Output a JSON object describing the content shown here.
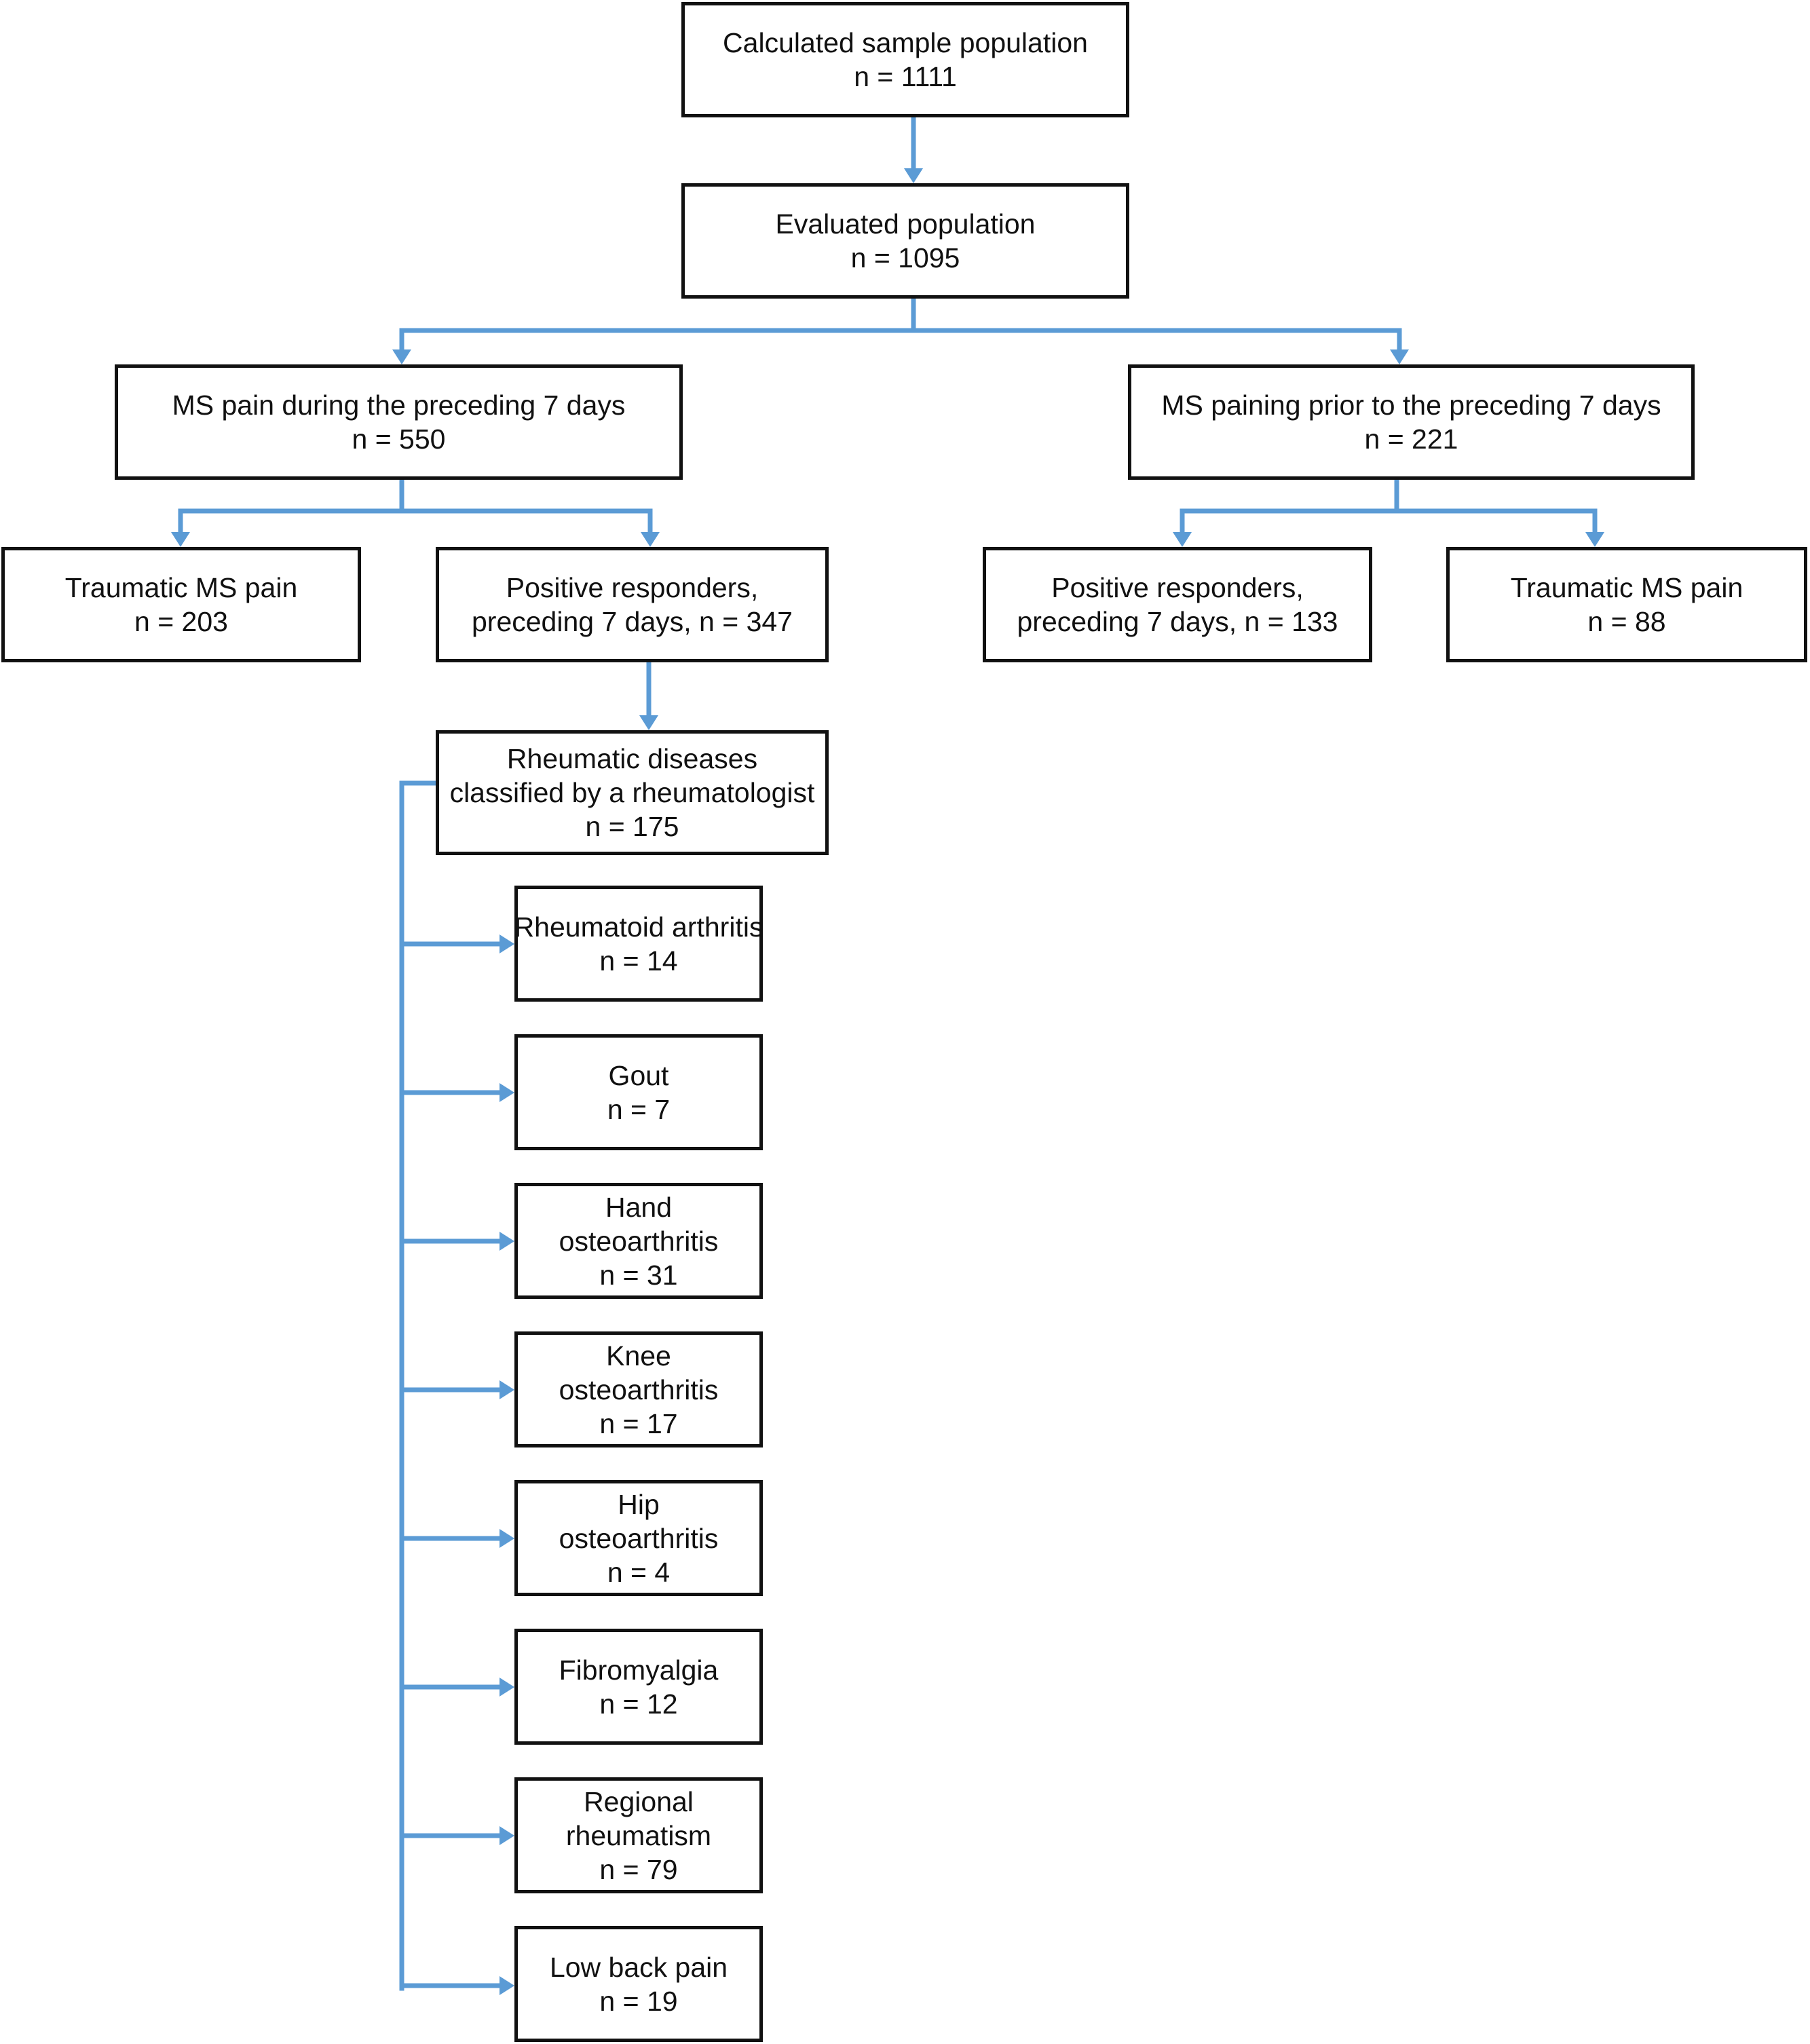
{
  "colors": {
    "connector": "#5b9bd5",
    "border": "#111111",
    "text": "#111111"
  },
  "nodes": {
    "calculated": {
      "line1": "Calculated sample population",
      "line2": "n = 1111"
    },
    "evaluated": {
      "line1": "Evaluated population",
      "line2": "n = 1095"
    },
    "ms_pain_7": {
      "line1": "MS pain during the preceding 7 days",
      "line2": "n = 550"
    },
    "ms_pain_prior": {
      "line1": "MS paining prior to the preceding 7 days",
      "line2": "n = 221"
    },
    "traumatic_left": {
      "line1": "Traumatic MS pain",
      "line2": "n = 203"
    },
    "positive_left": {
      "line1": "Positive responders,",
      "line2": "preceding 7 days, n = 347"
    },
    "positive_right": {
      "line1": "Positive responders,",
      "line2": "preceding 7 days, n = 133"
    },
    "traumatic_right": {
      "line1": "Traumatic MS pain",
      "line2": "n = 88"
    },
    "rheumatic": {
      "line1": "Rheumatic diseases",
      "line2": "classified by a rheumatologist",
      "line3": "n = 175"
    },
    "ra": {
      "line1": "Rheumatoid arthritis",
      "line2": "n = 14"
    },
    "gout": {
      "line1": "Gout",
      "line2": "n = 7"
    },
    "hand_oa": {
      "line1": "Hand",
      "line2": "osteoarthritis",
      "line3": "n = 31"
    },
    "knee_oa": {
      "line1": "Knee",
      "line2": "osteoarthritis",
      "line3": "n = 17"
    },
    "hip_oa": {
      "line1": "Hip",
      "line2": "osteoarthritis",
      "line3": "n = 4"
    },
    "fibromyalgia": {
      "line1": "Fibromyalgia",
      "line2": "n = 12"
    },
    "regional": {
      "line1": "Regional",
      "line2": "rheumatism",
      "line3": "n = 79"
    },
    "low_back": {
      "line1": "Low back pain",
      "line2": "n = 19"
    }
  }
}
